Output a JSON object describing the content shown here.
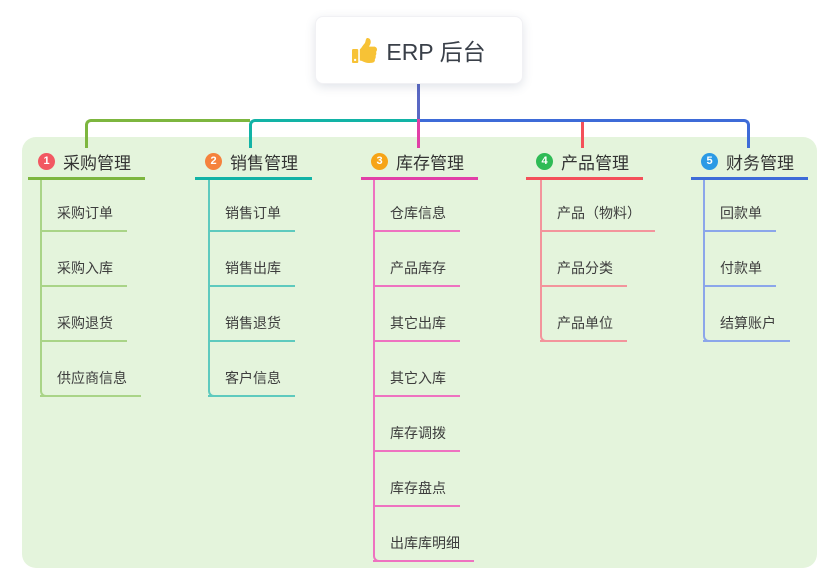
{
  "root": {
    "label": "ERP 后台",
    "icon": "thumbs-up",
    "icon_color": "#f7c236"
  },
  "connector": {
    "root_line_color": "#5a68c4"
  },
  "panel_color": "#e4f4dc",
  "branches": [
    {
      "number": "1",
      "title": "采购管理",
      "badge_color": "#f25862",
      "line_color": "#7db63f",
      "child_line_color": "#a9d487",
      "children": [
        "采购订单",
        "采购入库",
        "采购退货",
        "供应商信息"
      ]
    },
    {
      "number": "2",
      "title": "销售管理",
      "badge_color": "#f5823d",
      "line_color": "#12b3a6",
      "child_line_color": "#5ecabe",
      "children": [
        "销售订单",
        "销售出库",
        "销售退货",
        "客户信息"
      ]
    },
    {
      "number": "3",
      "title": "库存管理",
      "badge_color": "#f6a417",
      "line_color": "#e13fa7",
      "child_line_color": "#ee72c0",
      "children": [
        "仓库信息",
        "产品库存",
        "其它出库",
        "其它入库",
        "库存调拨",
        "库存盘点",
        "出库库明细"
      ]
    },
    {
      "number": "4",
      "title": "产品管理",
      "badge_color": "#2fbb56",
      "line_color": "#f4505a",
      "child_line_color": "#f3949c",
      "children": [
        "产品（物料）",
        "产品分类",
        "产品单位"
      ]
    },
    {
      "number": "5",
      "title": "财务管理",
      "badge_color": "#2b9ae5",
      "line_color": "#3e6bd8",
      "child_line_color": "#8ba6ea",
      "children": [
        "回款单",
        "付款单",
        "结算账户"
      ]
    }
  ]
}
